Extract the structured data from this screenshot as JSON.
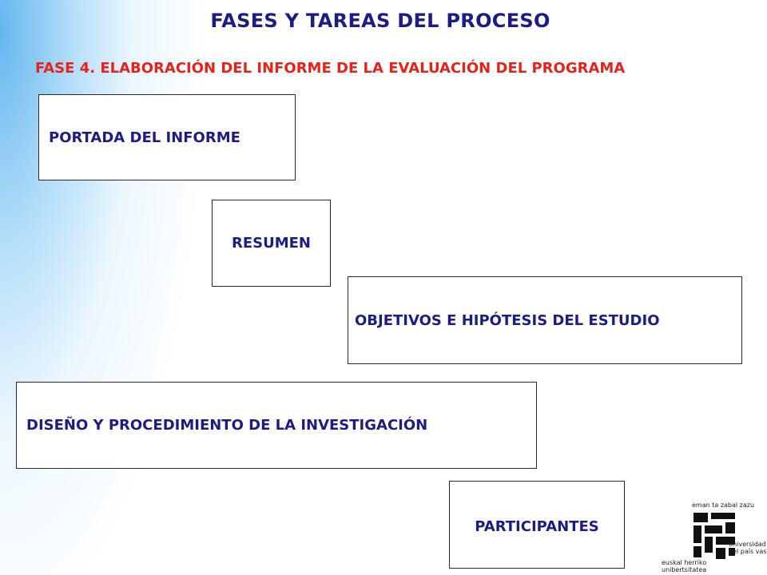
{
  "title": "FASES Y TAREAS DEL PROCESO",
  "subtitle": "FASE 4. ELABORACIÓN DEL INFORME DE LA EVALUACIÓN DEL PROGRAMA",
  "boxes": {
    "portada": "PORTADA DEL INFORME",
    "resumen": "RESUMEN",
    "objetivos": "OBJETIVOS E HIPÓTESIS DEL ESTUDIO",
    "diseno": "DISEÑO Y PROCEDIMIENTO DE LA INVESTIGACIÓN",
    "participantes": "PARTICIPANTES"
  },
  "logo": {
    "motto": "eman ta zabal zazu",
    "left_text": "euskal herriko\nunibertsitatea",
    "right_text": "universidad\ndel país vasco",
    "icon": "university-emblem-icon"
  },
  "colors": {
    "title": "#1c1c86",
    "subtitle": "#e8221b",
    "box_text": "#1c1c86",
    "background_accent": "#5db2ee"
  }
}
